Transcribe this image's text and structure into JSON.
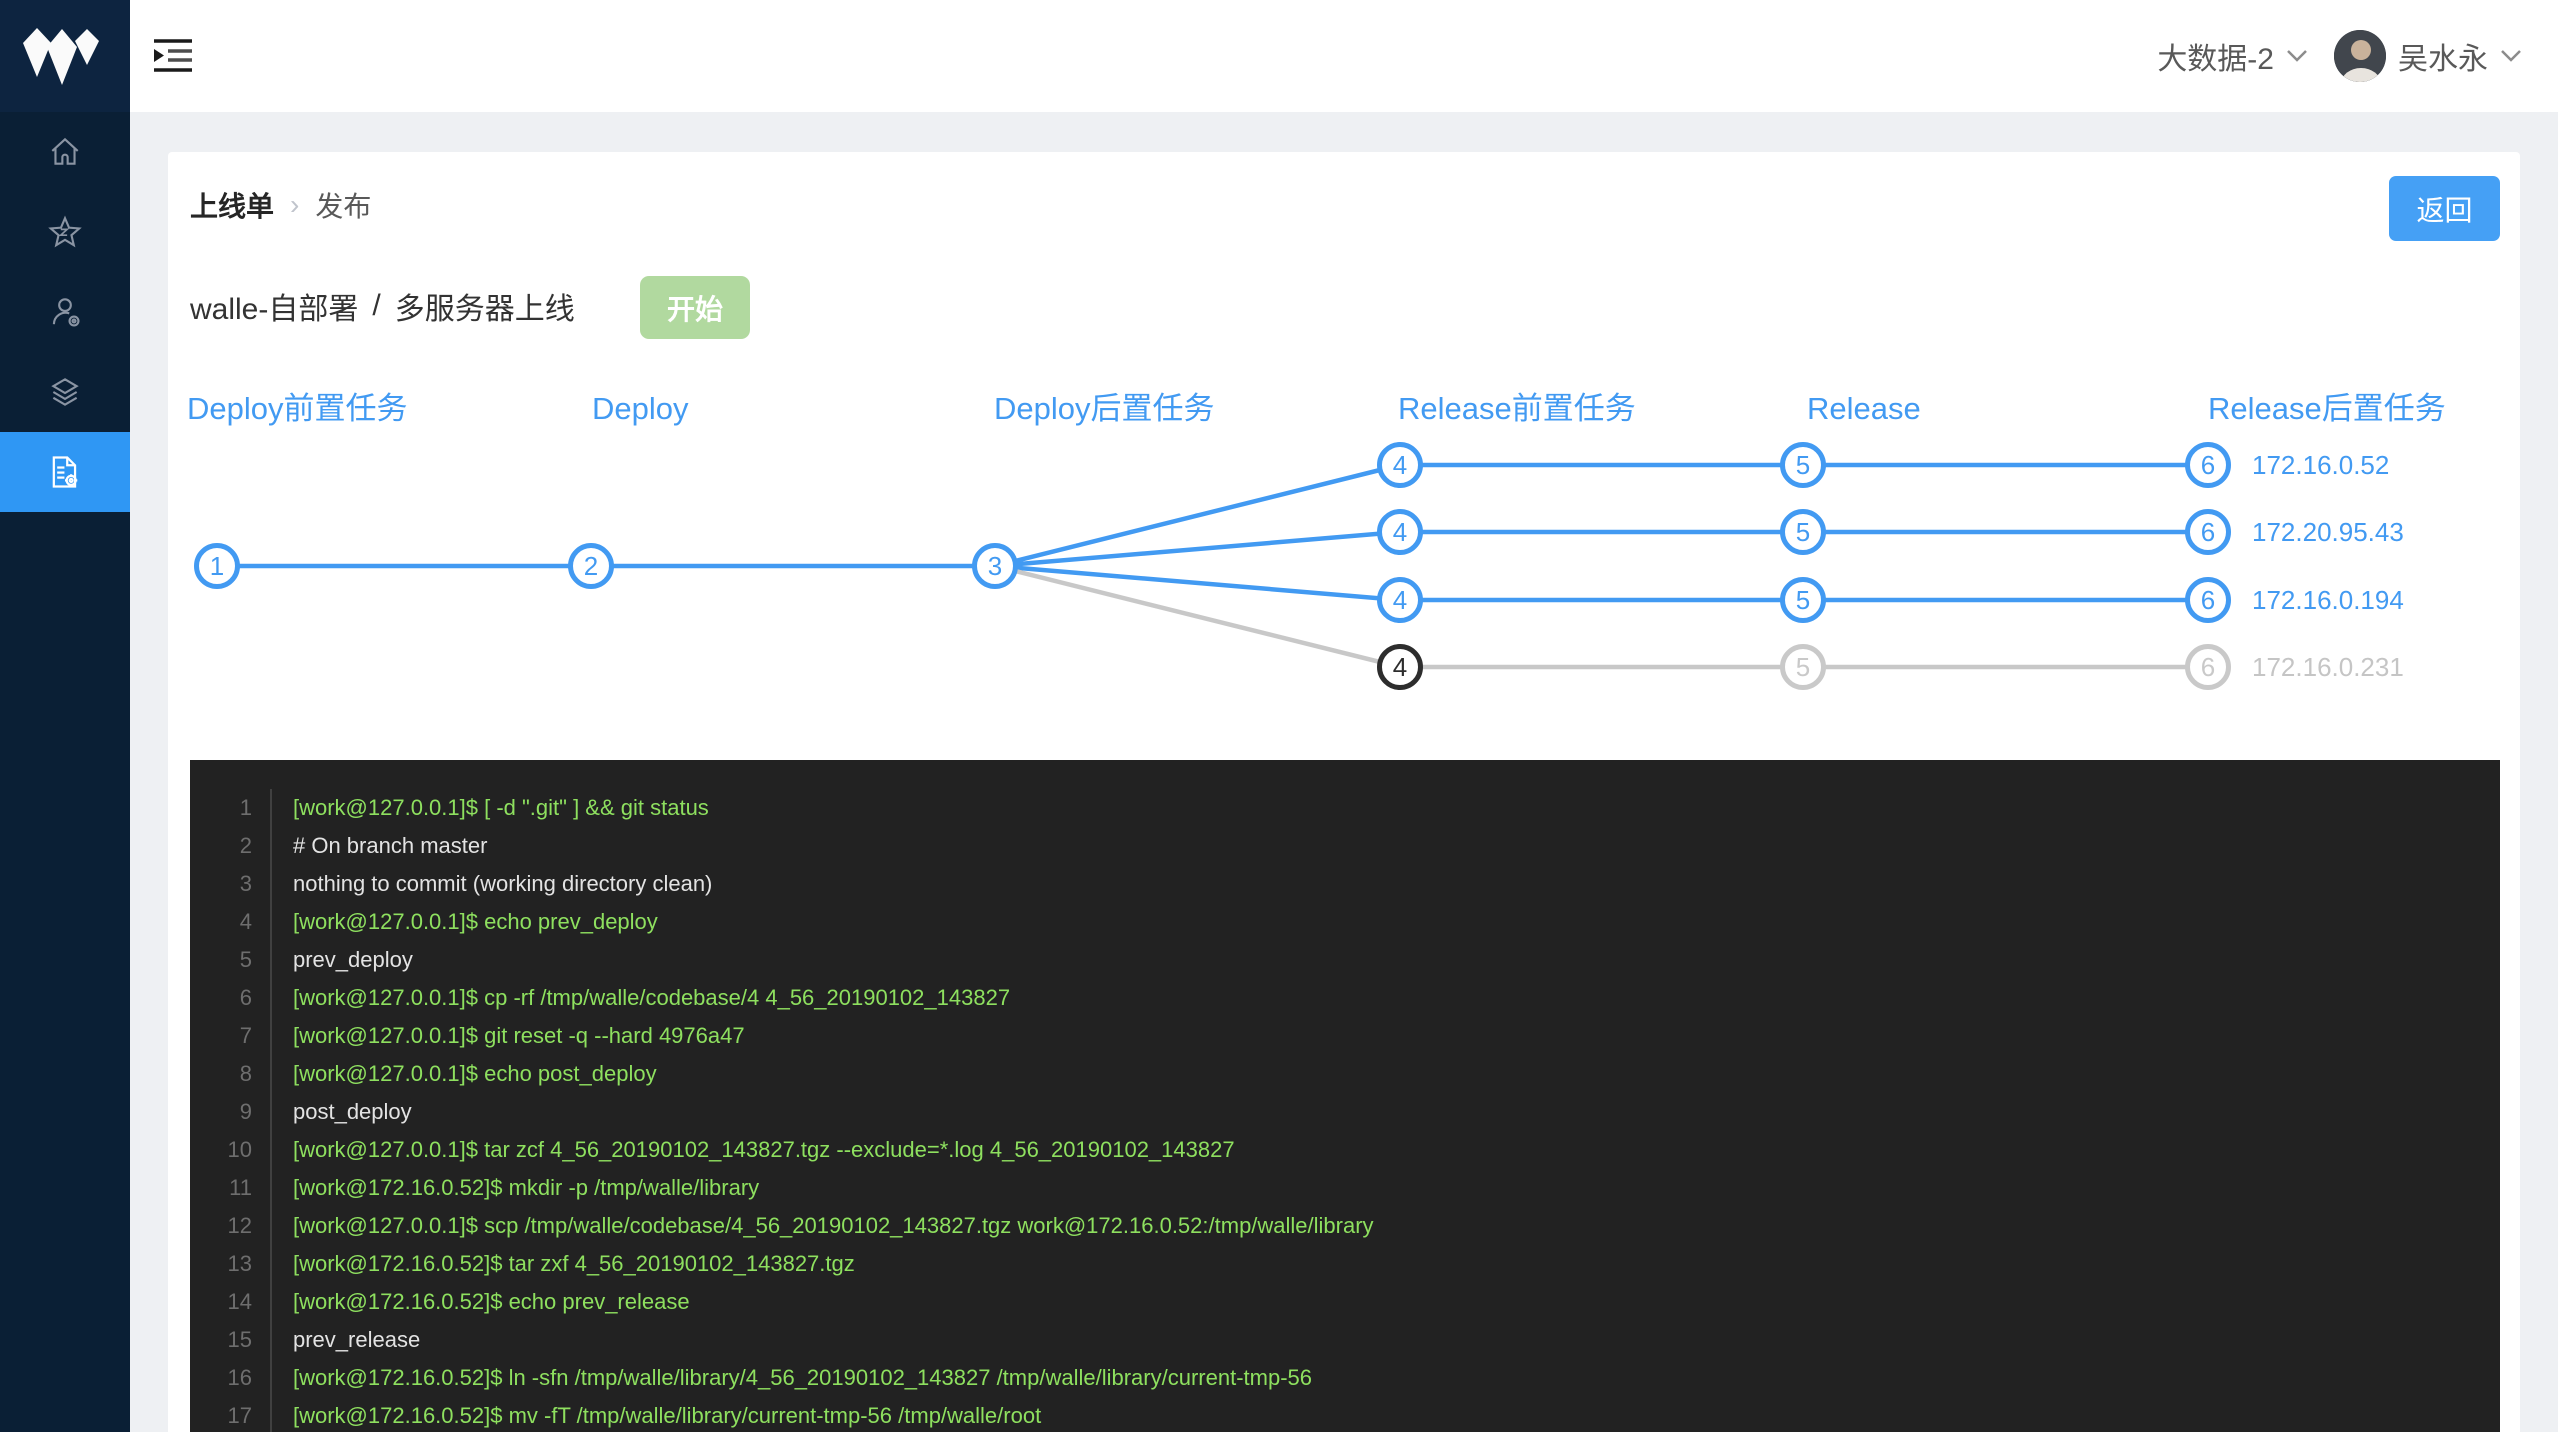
{
  "topbar": {
    "project": "大数据-2",
    "user": "吴水永"
  },
  "sidebar": {
    "items": [
      {
        "icon": "home-icon",
        "active": false
      },
      {
        "icon": "star-icon",
        "active": false
      },
      {
        "icon": "user-settings-icon",
        "active": false
      },
      {
        "icon": "layers-icon",
        "active": false
      },
      {
        "icon": "deploy-doc-gear-icon",
        "active": true
      }
    ]
  },
  "breadcrumb": {
    "root": "上线单",
    "separator": "›",
    "current": "发布"
  },
  "toolbar": {
    "back_label": "返回"
  },
  "title": {
    "project_name": "walle-自部署",
    "separator": "/",
    "task_name": "多服务器上线",
    "start_label": "开始"
  },
  "pipeline": {
    "stages": [
      "Deploy前置任务",
      "Deploy",
      "Deploy后置任务",
      "Release前置任务",
      "Release",
      "Release后置任务"
    ],
    "main_nodes": [
      "1",
      "2",
      "3"
    ],
    "branches": [
      {
        "nodes": [
          "4",
          "5",
          "6"
        ],
        "ip": "172.16.0.52",
        "status": "active"
      },
      {
        "nodes": [
          "4",
          "5",
          "6"
        ],
        "ip": "172.20.95.43",
        "status": "active"
      },
      {
        "nodes": [
          "4",
          "5",
          "6"
        ],
        "ip": "172.16.0.194",
        "status": "active"
      },
      {
        "nodes": [
          "4",
          "5",
          "6"
        ],
        "ip": "172.16.0.231",
        "status": "pending-running"
      }
    ],
    "colors": {
      "accent_blue": "#429af2",
      "pending_gray": "#c9c9c9",
      "running_black": "#2d2d2d"
    }
  },
  "buttons_colors": {
    "back_blue": "#45a0f5",
    "start_green": "#b1d99f"
  },
  "console": {
    "colors": {
      "background": "#222222",
      "command_green": "#8ee05f",
      "output_white": "#e3e3e3"
    },
    "lines": [
      {
        "no": "1",
        "type": "cmd",
        "text": "[work@127.0.0.1]$ [ -d \".git\" ] && git status"
      },
      {
        "no": "2",
        "type": "out",
        "text": "# On branch master"
      },
      {
        "no": "3",
        "type": "out",
        "text": "nothing to commit (working directory clean)"
      },
      {
        "no": "4",
        "type": "cmd",
        "text": "[work@127.0.0.1]$ echo prev_deploy"
      },
      {
        "no": "5",
        "type": "out",
        "text": "prev_deploy"
      },
      {
        "no": "6",
        "type": "cmd",
        "text": "[work@127.0.0.1]$ cp -rf /tmp/walle/codebase/4 4_56_20190102_143827"
      },
      {
        "no": "7",
        "type": "cmd",
        "text": "[work@127.0.0.1]$ git reset -q --hard 4976a47"
      },
      {
        "no": "8",
        "type": "cmd",
        "text": "[work@127.0.0.1]$ echo post_deploy"
      },
      {
        "no": "9",
        "type": "out",
        "text": "post_deploy"
      },
      {
        "no": "10",
        "type": "cmd",
        "text": "[work@127.0.0.1]$ tar zcf 4_56_20190102_143827.tgz --exclude=*.log 4_56_20190102_143827"
      },
      {
        "no": "11",
        "type": "cmd",
        "text": "[work@172.16.0.52]$ mkdir -p /tmp/walle/library"
      },
      {
        "no": "12",
        "type": "cmd",
        "text": "[work@127.0.0.1]$ scp /tmp/walle/codebase/4_56_20190102_143827.tgz work@172.16.0.52:/tmp/walle/library"
      },
      {
        "no": "13",
        "type": "cmd",
        "text": "[work@172.16.0.52]$ tar zxf 4_56_20190102_143827.tgz"
      },
      {
        "no": "14",
        "type": "cmd",
        "text": "[work@172.16.0.52]$ echo prev_release"
      },
      {
        "no": "15",
        "type": "out",
        "text": "prev_release"
      },
      {
        "no": "16",
        "type": "cmd",
        "text": "[work@172.16.0.52]$ ln -sfn /tmp/walle/library/4_56_20190102_143827 /tmp/walle/library/current-tmp-56"
      },
      {
        "no": "17",
        "type": "cmd",
        "text": "[work@172.16.0.52]$ mv -fT /tmp/walle/library/current-tmp-56 /tmp/walle/root"
      }
    ]
  }
}
